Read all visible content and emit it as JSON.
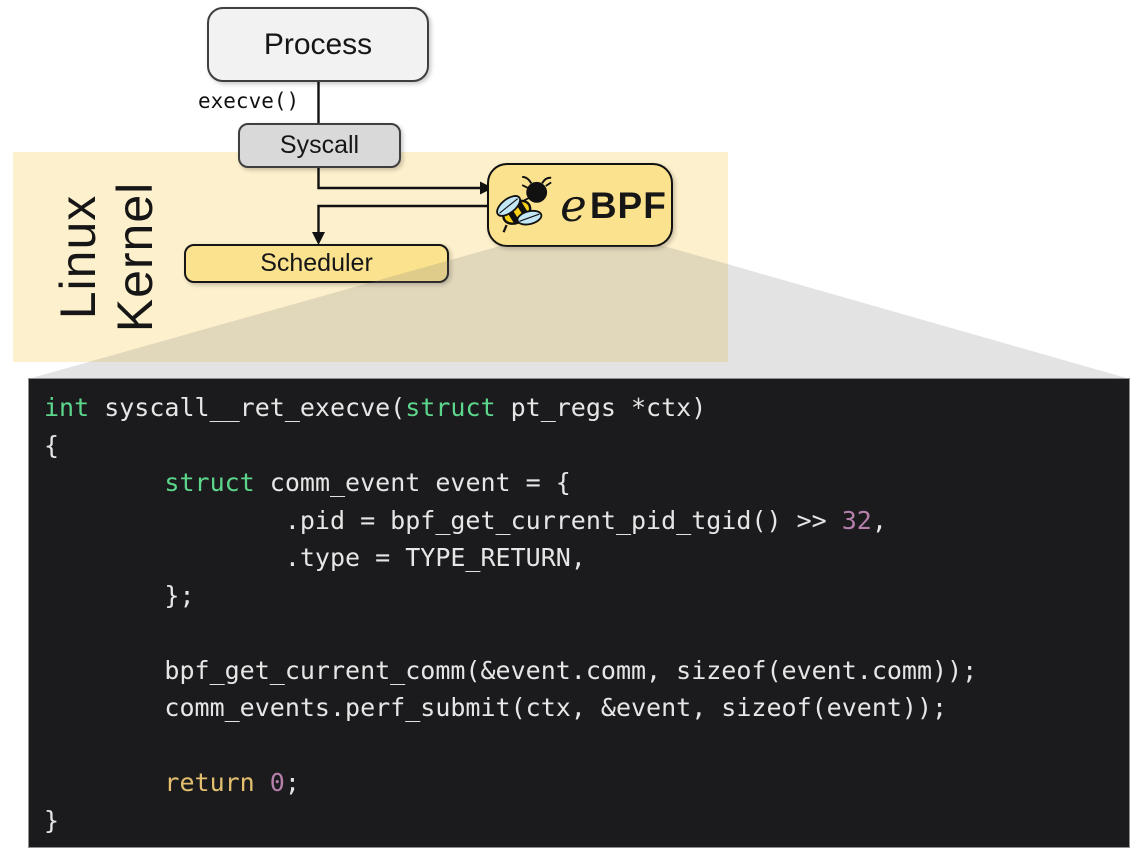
{
  "diagram": {
    "process_label": "Process",
    "execve_label": "execve()",
    "syscall_label": "Syscall",
    "scheduler_label": "Scheduler",
    "kernel_label_line1": "Linux",
    "kernel_label_line2": "Kernel",
    "ebpf_label_e": "e",
    "ebpf_label_bpf": "BPF",
    "ebpf_logo_icon": "bee-icon"
  },
  "colors": {
    "kernel_bg": "#fdf0cc",
    "gold_box": "#fbe28e",
    "process_bg": "#f2f2f2",
    "syscall_bg": "#d9d9d9",
    "arrow_color": "#111111",
    "funnel_gray": "#e4e4e5",
    "code_bg": "#1b1b1d",
    "code_text": "#e6e6e6",
    "code_green": "#5cd68c",
    "code_yellow": "#e3bf6f",
    "code_purple": "#b57fa9",
    "bee_yellow": "#f7d117",
    "wing_blue": "#c3e7f7"
  },
  "code": {
    "lines": [
      [
        {
          "t": "int",
          "c": "kw"
        },
        {
          "t": " syscall__ret_execve(",
          "c": "def"
        },
        {
          "t": "struct",
          "c": "kw"
        },
        {
          "t": " pt_regs *ctx)",
          "c": "def"
        }
      ],
      [
        {
          "t": "{",
          "c": "def"
        }
      ],
      [
        {
          "t": "        ",
          "c": "def"
        },
        {
          "t": "struct",
          "c": "kw"
        },
        {
          "t": " comm_event event = {",
          "c": "def"
        }
      ],
      [
        {
          "t": "                .pid = bpf_get_current_pid_tgid() >> ",
          "c": "def"
        },
        {
          "t": "32",
          "c": "num"
        },
        {
          "t": ",",
          "c": "def"
        }
      ],
      [
        {
          "t": "                .type = TYPE_RETURN,",
          "c": "def"
        }
      ],
      [
        {
          "t": "        };",
          "c": "def"
        }
      ],
      [],
      [
        {
          "t": "        bpf_get_current_comm(&event.comm, sizeof(event.comm));",
          "c": "def"
        }
      ],
      [
        {
          "t": "        comm_events.perf_submit(ctx, &event, sizeof(event));",
          "c": "def"
        }
      ],
      [],
      [
        {
          "t": "        ",
          "c": "def"
        },
        {
          "t": "return",
          "c": "ret"
        },
        {
          "t": " ",
          "c": "def"
        },
        {
          "t": "0",
          "c": "num"
        },
        {
          "t": ";",
          "c": "def"
        }
      ],
      [
        {
          "t": "}",
          "c": "def"
        }
      ]
    ]
  }
}
